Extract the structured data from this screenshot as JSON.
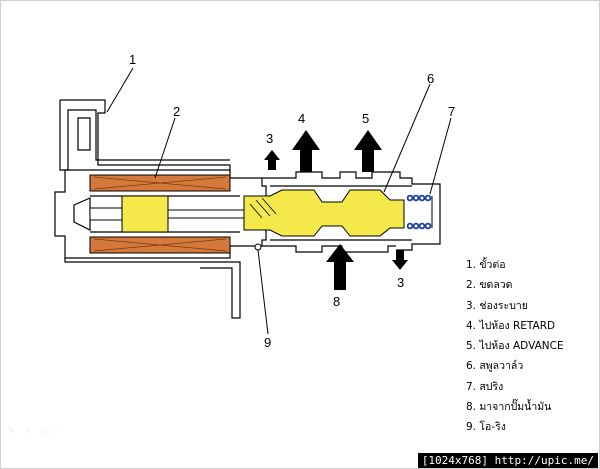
{
  "callouts": [
    {
      "label": "1"
    },
    {
      "label": "2"
    },
    {
      "label": "3"
    },
    {
      "label": "4"
    },
    {
      "label": "5"
    },
    {
      "label": "6"
    },
    {
      "label": "7"
    },
    {
      "label": "3"
    },
    {
      "label": "8"
    },
    {
      "label": "9"
    }
  ],
  "legend": [
    "1. ขั้วต่อ",
    "2. ขดลวด",
    "3. ช่องระบาย",
    "4. ไปห้อง RETARD",
    "5. ไปห้อง ADVANCE",
    "6. สพูลวาล์ว",
    "7. สปริง",
    "8. มาจากปั๊มน้ำมัน",
    "9. โอ-ริง"
  ],
  "watermark": "[1024x768] http://upic.me/",
  "colors": {
    "coil": "#d4793a",
    "spool": "#f5e84a",
    "spring": "#1c3ea8",
    "outline": "#000000"
  }
}
